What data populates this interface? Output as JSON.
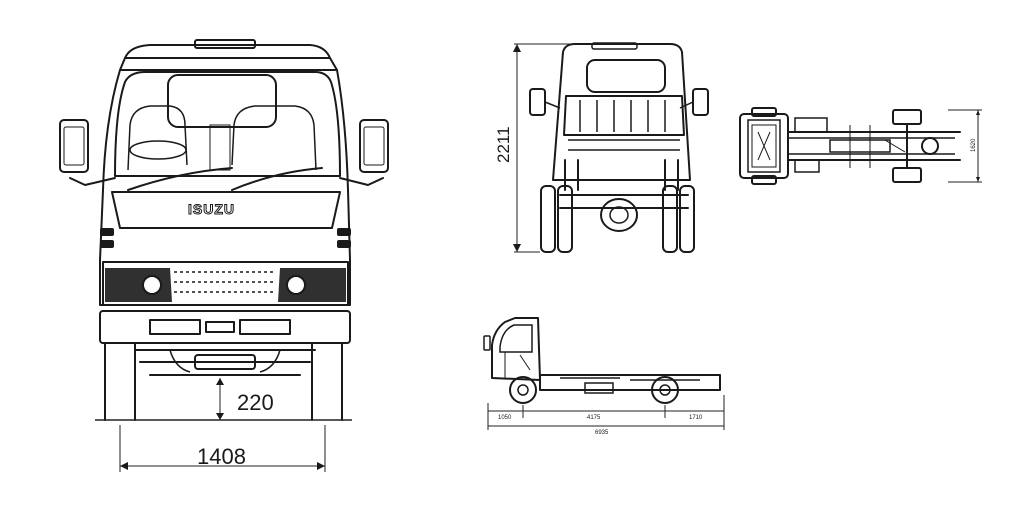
{
  "views": {
    "front": {
      "brand_label": "ISUZU",
      "ground_clearance": "220",
      "track_width": "1408"
    },
    "rear": {
      "overall_height": "2211"
    },
    "top": {
      "frame_width": "1620"
    },
    "side": {
      "front_overhang": "1050",
      "wheelbase": "4175",
      "rear_overhang": "1710",
      "overall_length": "6935"
    }
  }
}
